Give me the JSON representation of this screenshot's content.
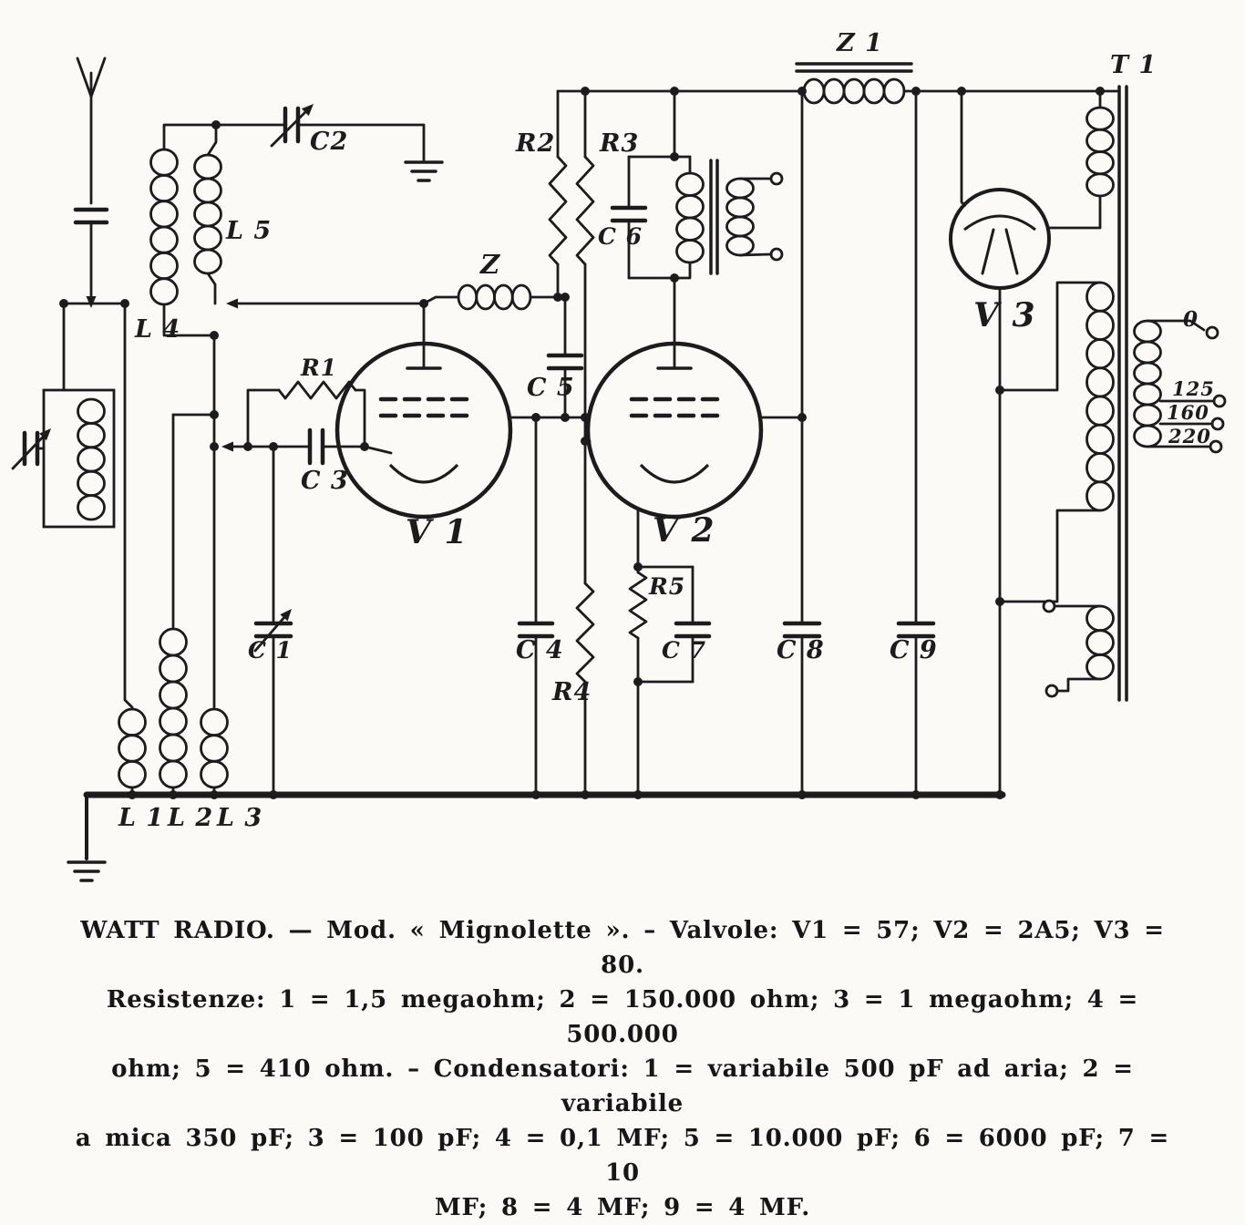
{
  "schematic": {
    "labels": {
      "C1": "C 1",
      "C2": "C2",
      "C3": "C 3",
      "C4": "C 4",
      "C5": "C 5",
      "C6": "C 6",
      "C7": "C 7",
      "C8": "C 8",
      "C9": "C 9",
      "R1": "R1",
      "R2": "R2",
      "R3": "R3",
      "R4": "R4",
      "R5": "R5",
      "L1": "L 1",
      "L2": "L 2",
      "L3": "L 3",
      "L4": "L 4",
      "L5": "L 5",
      "Z": "Z",
      "Z1": "Z 1",
      "T1": "T 1",
      "V1": "V 1",
      "V2": "V 2",
      "V3": "V 3",
      "tap0": "0",
      "tap125": "125",
      "tap160": "160",
      "tap220": "220"
    },
    "caption": {
      "lines": [
        "WATT RADIO. — Mod. « Mignolette ». – Valvole: V1 = 57; V2 = 2A5; V3 = 80.",
        "Resistenze: 1 = 1,5 megaohm; 2 = 150.000 ohm; 3 = 1 megaohm; 4 = 500.000",
        "ohm; 5 = 410 ohm. – Condensatori: 1 = variabile 500 pF ad aria; 2 = variabile",
        "a mica 350 pF; 3 = 100 pF; 4 = 0,1 MF; 5 = 10.000 pF; 6 = 6000 pF; 7 = 10",
        "MF; 8 = 4 MF; 9 = 4 MF."
      ]
    }
  }
}
